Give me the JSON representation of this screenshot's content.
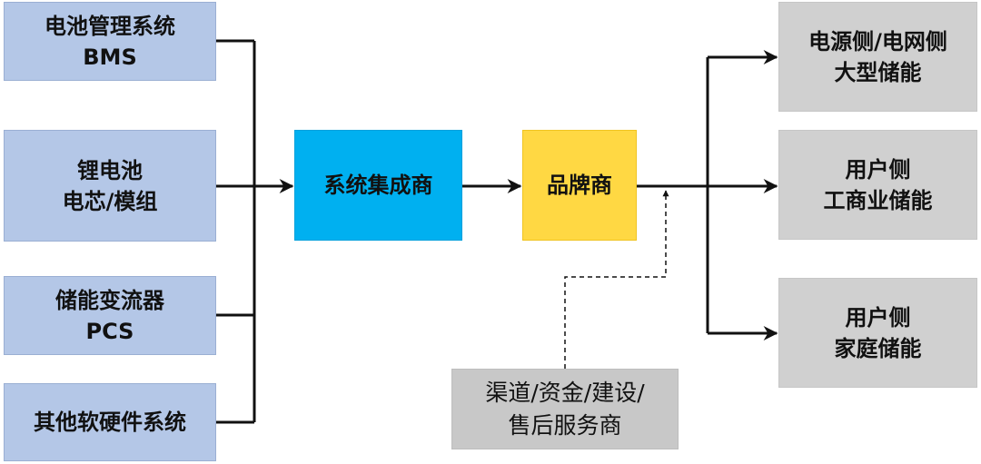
{
  "sources": {
    "bms": {
      "line1": "电池管理系统",
      "line2": "BMS"
    },
    "cell": {
      "line1": "锂电池",
      "line2": "电芯/模组"
    },
    "pcs": {
      "line1": "储能变流器",
      "line2": "PCS"
    },
    "other": {
      "line1": "其他软硬件系统"
    }
  },
  "integrator": {
    "label": "系统集成商"
  },
  "brand": {
    "label": "品牌商"
  },
  "services": {
    "line1": "渠道/资金/建设/",
    "line2": "售后服务商"
  },
  "targets": {
    "grid": {
      "line1": "电源侧/电网侧",
      "line2": "大型储能"
    },
    "commercial": {
      "line1": "用户侧",
      "line2": "工商业储能"
    },
    "home": {
      "line1": "用户侧",
      "line2": "家庭储能"
    }
  },
  "colors": {
    "source_box": "#b4c7e7",
    "integrator_box": "#00b0f0",
    "brand_box": "#ffd843",
    "target_box": "#d0d0d0",
    "service_box": "#c8c8c8"
  }
}
